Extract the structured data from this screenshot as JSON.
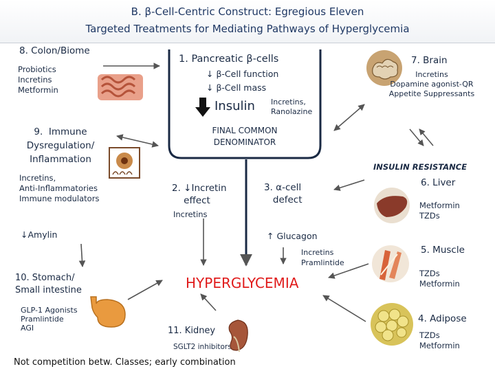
{
  "header": {
    "title_line1": "B.  β-Cell-Centric Construct: Egregious Eleven",
    "title_line2": "Targeted Treatments for Mediating Pathways of Hyperglycemia"
  },
  "left": {
    "colon_title": "8. Colon/Biome",
    "colon_items": "Probiotics\nIncretins\nMetformin",
    "immune_title": "9.  Immune\nDysregulation/\nInflammation",
    "immune_items": "Incretins,\nAnti-Inflammatories\nImmune modulators",
    "amylin": "↓Amylin",
    "stomach_title": "10. Stomach/\nSmall intestine",
    "stomach_items": "GLP-1 Agonists\nPramlintide\nAGI"
  },
  "center": {
    "pancreas_title": "1. Pancreatic β-cells",
    "beta_function": "↓ β-Cell function",
    "beta_mass": "↓ β-Cell mass",
    "insulin": "Insulin",
    "insulin_tx": "Incretins,\nRanolazine",
    "final_common": "FINAL COMMON\nDENOMINATOR",
    "incretin_effect": "2. ↓Incretin\n    effect",
    "incretin_tx": "Incretins",
    "alpha_cell": "3. α-cell\n   defect",
    "glucagon": "↑ Glucagon",
    "glucagon_tx": "Incretins\nPramlintide",
    "hyperglycemia": "HYPERGLYCEMIA",
    "kidney_title": "11.  Kidney",
    "kidney_tx": "SGLT2 inhibitors",
    "footer": "Not competition betw. Classes; early combination"
  },
  "right": {
    "brain_title": "7. Brain",
    "brain_tx": "Incretins\nDopamine agonist-QR\nAppetite Suppressants",
    "insulin_resistance": "INSULIN RESISTANCE",
    "liver_title": "6. Liver",
    "liver_tx": "Metformin\nTZDs",
    "muscle_title": "5. Muscle",
    "muscle_tx": "TZDs\nMetformin",
    "adipose_title": "4. Adipose",
    "adipose_tx": "TZDs\nMetformin"
  },
  "colors": {
    "navy": "#1a2a44",
    "title": "#1f3864",
    "hyperglycemia": "#e01b1b",
    "arrow": "#555555"
  },
  "icons": [
    "intestine-icon",
    "immune-cell-icon",
    "stomach-icon",
    "kidney-icon",
    "brain-icon",
    "liver-icon",
    "muscle-icon",
    "adipose-icon",
    "down-arrow-icon"
  ]
}
